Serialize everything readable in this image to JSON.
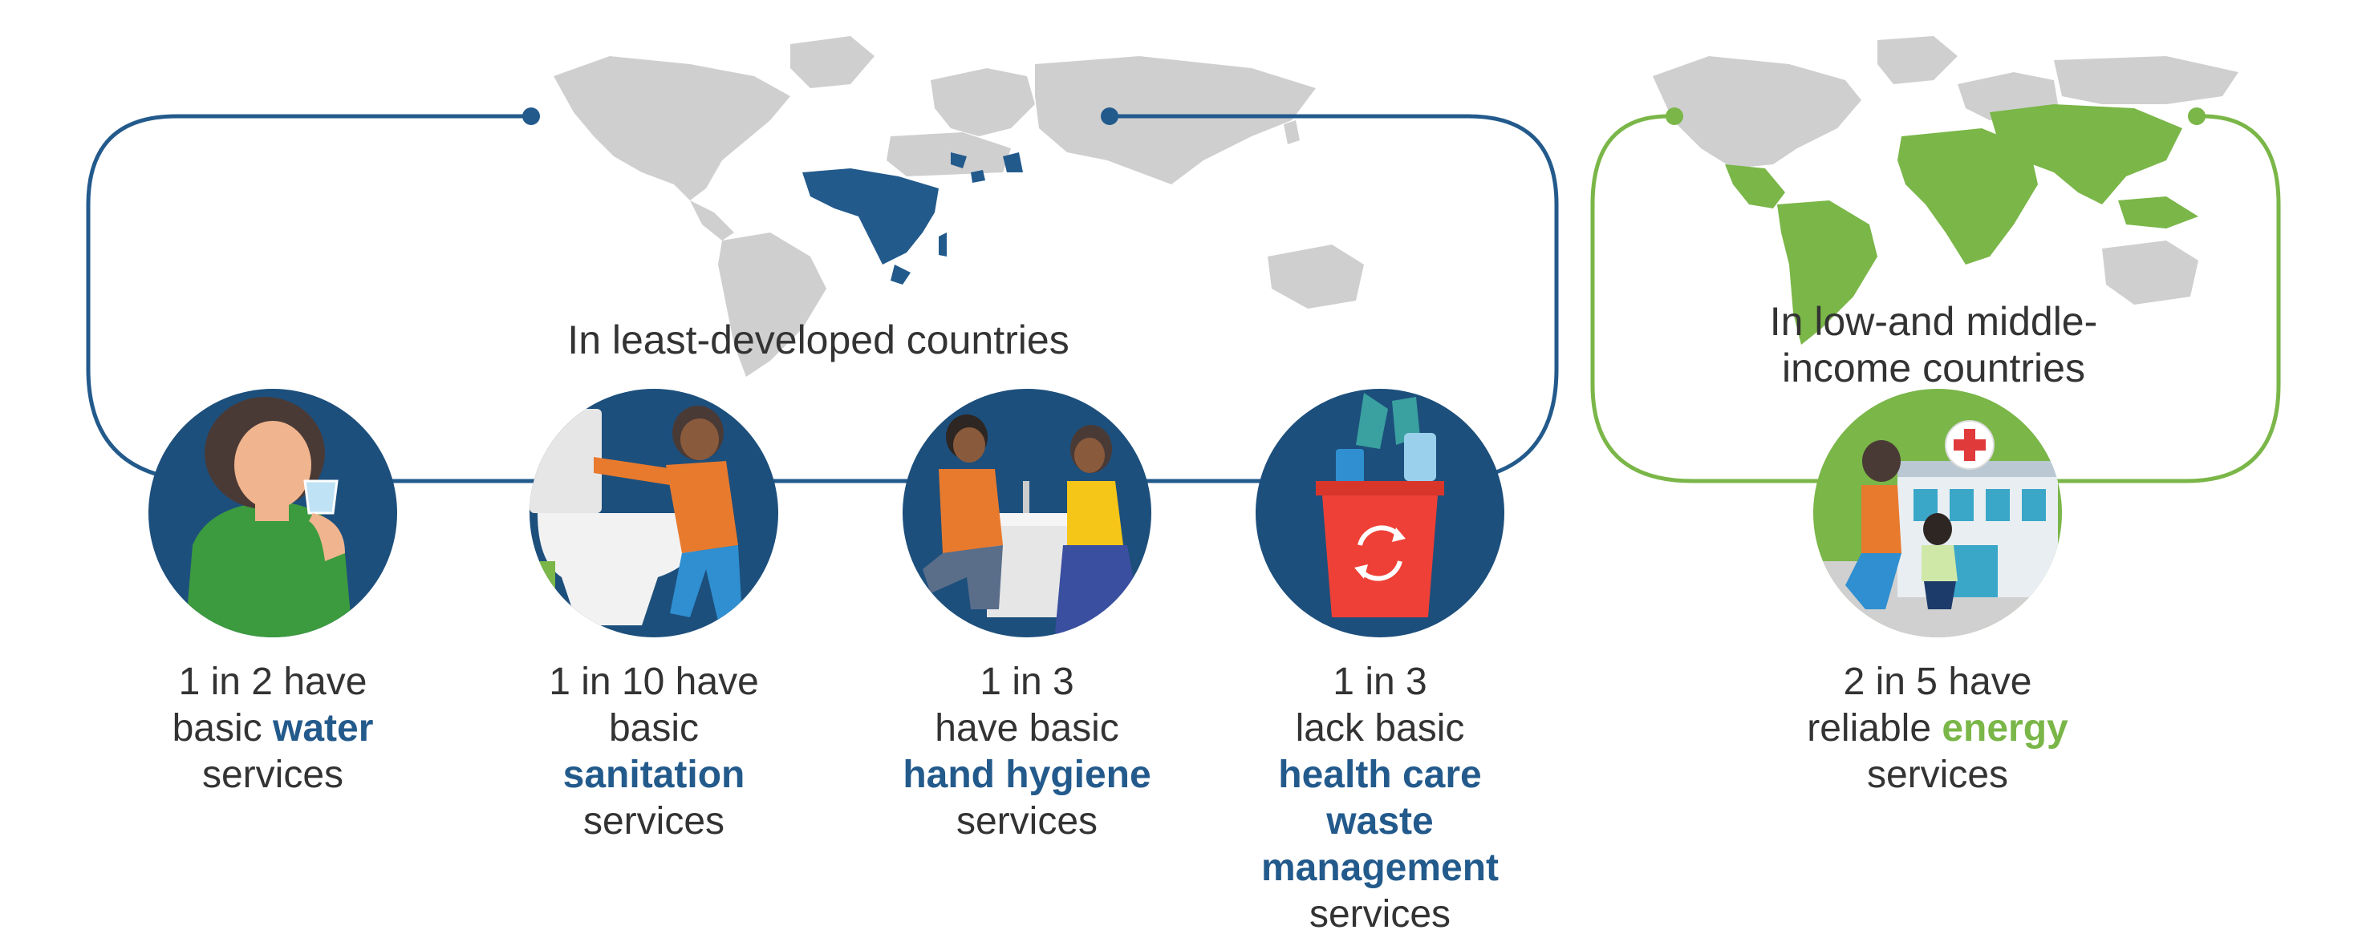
{
  "colors": {
    "navy": "#235a8c",
    "navy_dark": "#1d4f7c",
    "green": "#7ab648",
    "map_gray": "#cfcfcf",
    "text": "#333333"
  },
  "regions": {
    "ldc": "In least-developed countries",
    "lmic_line1": "In low-and middle-",
    "lmic_line2": "income countries"
  },
  "stats": [
    {
      "id": "water",
      "line1": "1 in 2 have",
      "pre": "basic ",
      "highlight": "water",
      "post": "",
      "line3": "services",
      "icon": "person-drinking-water-icon"
    },
    {
      "id": "sanitation",
      "line1": "1 in 10 have",
      "pre": "basic",
      "highlight": "sanitation",
      "post": "",
      "line3": "services",
      "icon": "toilet-icon"
    },
    {
      "id": "hygiene",
      "line1": "1 in 3",
      "pre": "have basic",
      "highlight": "hand hygiene",
      "post": "",
      "line3": "services",
      "icon": "handwashing-icon"
    },
    {
      "id": "waste",
      "line1": "1 in 3",
      "pre": "lack basic",
      "highlight1": "health care",
      "highlight2": "waste",
      "highlight3": "management",
      "line3": "services",
      "icon": "waste-bin-icon"
    },
    {
      "id": "energy",
      "line1": "2 in 5 have",
      "pre": "reliable ",
      "highlight": "energy",
      "post": "",
      "line3": "services",
      "icon": "health-facility-icon"
    }
  ]
}
